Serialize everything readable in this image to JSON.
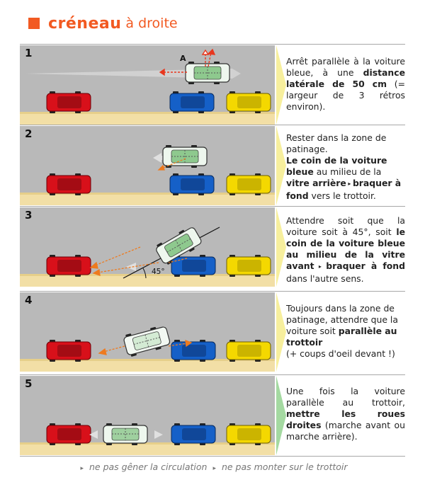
{
  "title": {
    "bold": "créneau",
    "light": "à droite"
  },
  "colors": {
    "accent": "#f25a22",
    "arrow": "#ee7a1e",
    "red_car": "#d8101a",
    "blue_car": "#1560c8",
    "yellow_car": "#f4d800",
    "learner_car": "#cfe8cf",
    "road": "#b9b9b9",
    "curb": "#f2dfa6",
    "wedge_yellow": "#f7ef9d",
    "wedge_green": "#a4d9a1"
  },
  "marker": "▸",
  "steps": [
    {
      "number": "1",
      "car_label": "A",
      "text": [
        {
          "t": "Arrêt parallèle à la voiture bleue, à une "
        },
        {
          "t": "distance latérale de 50 cm",
          "b": true
        },
        {
          "t": " (= largeur de 3 rétros environ)."
        }
      ]
    },
    {
      "number": "2",
      "text": [
        {
          "t": "Rester dans la zone de patinage."
        },
        {
          "br": true
        },
        {
          "t": "Le coin de la voiture bleue",
          "b": true
        },
        {
          "t": " au milieu de la "
        },
        {
          "t": "vitre arrière",
          "b": true
        },
        {
          "arrow": true
        },
        {
          "t": "braquer à fond",
          "b": true
        },
        {
          "t": " vers le trottoir."
        }
      ]
    },
    {
      "number": "3",
      "angle_label": "45°",
      "text": [
        {
          "t": "Attendre soit que la voiture soit à 45°, soit "
        },
        {
          "t": "le coin de la voiture bleue au milieu de la vitre avant",
          "b": true
        },
        {
          "arrow": true
        },
        {
          "t": "braquer à fond",
          "b": true
        },
        {
          "t": " dans l'autre sens."
        }
      ]
    },
    {
      "number": "4",
      "text": [
        {
          "t": "Toujours dans la zone de patinage, attendre que la voiture soit "
        },
        {
          "t": "parallèle au trottoir",
          "b": true
        },
        {
          "br": true
        },
        {
          "t": "(+ coups d'oeil devant !)"
        }
      ]
    },
    {
      "number": "5",
      "text": [
        {
          "t": "Une fois la voiture parallèle au trottoir, "
        },
        {
          "t": "mettre les roues droites",
          "b": true
        },
        {
          "t": " (marche avant ou marche arrière)."
        }
      ]
    }
  ],
  "footer": [
    "ne pas gêner la circulation",
    "ne pas monter sur le trottoir"
  ]
}
